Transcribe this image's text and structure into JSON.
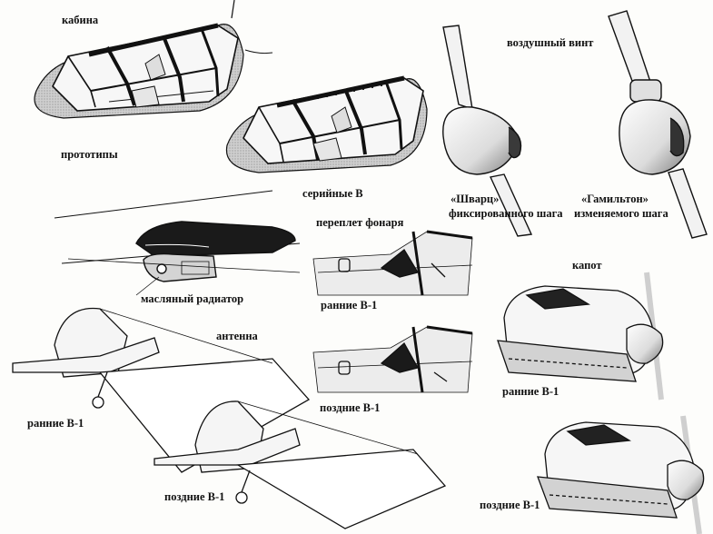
{
  "labels": {
    "cockpit": "кабина",
    "prototypes": "прототипы",
    "serial_b": "серийные B",
    "propeller": "воздушный винт",
    "schwarz_l1": "«Шварц»",
    "schwarz_l2": "фиксированного шага",
    "hamilton_l1": "«Гамильтон»",
    "hamilton_l2": "изменяемого шага",
    "canopy_frame": "переплет фонаря",
    "oil_radiator": "масляный радиатор",
    "early_b1_canopy": "ранние B-1",
    "late_b1_canopy": "поздние B-1",
    "cowling": "капот",
    "early_b1_cowling": "ранние B-1",
    "late_b1_cowling": "поздние B-1",
    "antenna": "антенна",
    "early_b1_tail": "ранние B-1",
    "late_b1_tail": "поздние B-1"
  },
  "colors": {
    "ink": "#111111",
    "paper": "#fdfdfb",
    "shade": "#bdbdbd",
    "dark": "#1a1a1a"
  }
}
